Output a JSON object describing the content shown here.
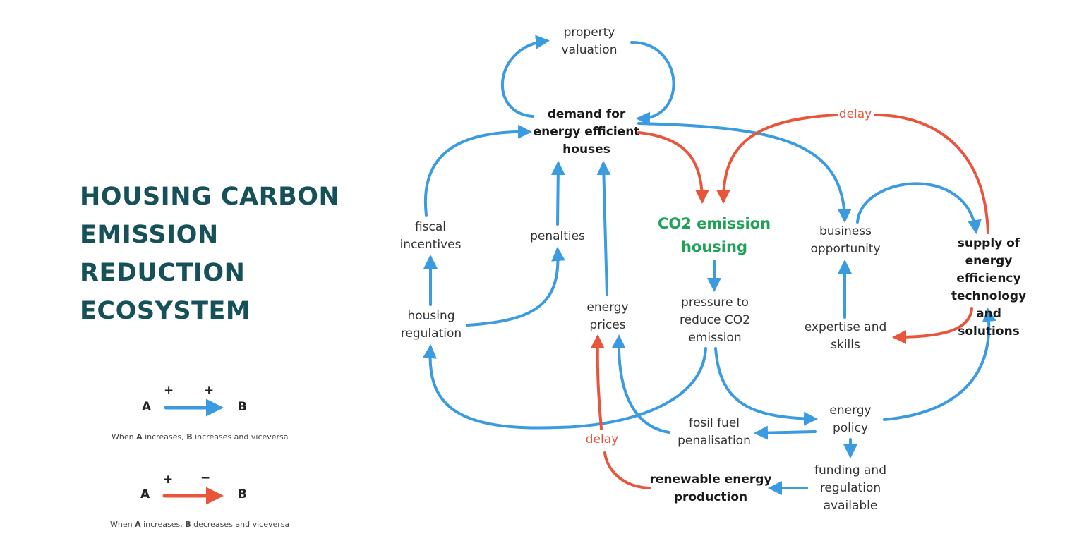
{
  "title": "HOUSING CARBON\nEMISSION REDUCTION\nECOSYSTEM",
  "colors": {
    "positive": "#3a9be0",
    "negative": "#e8553a",
    "title": "#16515a",
    "focus": "#1fa257"
  },
  "nodes": {
    "property_valuation": "property\nvaluation",
    "demand": "demand for\nenergy efficient\nhouses",
    "fiscal_incentives": "fiscal\nincentives",
    "penalties": "penalties",
    "co2_emission": "CO2 emission\nhousing",
    "business_opportunity": "business\nopportunity",
    "supply": "supply of energy\nefficiency\ntechnology and\nsolutions",
    "housing_regulation": "housing\nregulation",
    "energy_prices": "energy\nprices",
    "pressure": "pressure to\nreduce CO2\nemission",
    "expertise": "expertise and\nskills",
    "energy_policy": "energy\npolicy",
    "fosil_fuel": "fosil fuel\npenalisation",
    "funding": "funding and\nregulation\navailable",
    "renewable": "renewable energy\nproduction"
  },
  "delay_labels": {
    "top": "delay",
    "bottom": "delay"
  },
  "legend": {
    "positive": {
      "a": "A",
      "b": "B",
      "sign_a": "+",
      "sign_b": "+",
      "caption_parts": [
        "When ",
        "A",
        " increases, ",
        "B",
        " increases and viceversa"
      ]
    },
    "negative": {
      "a": "A",
      "b": "B",
      "sign_a": "+",
      "sign_b": "−",
      "caption_parts": [
        "When ",
        "A",
        " increases, ",
        "B",
        " decreases and viceversa"
      ]
    }
  }
}
